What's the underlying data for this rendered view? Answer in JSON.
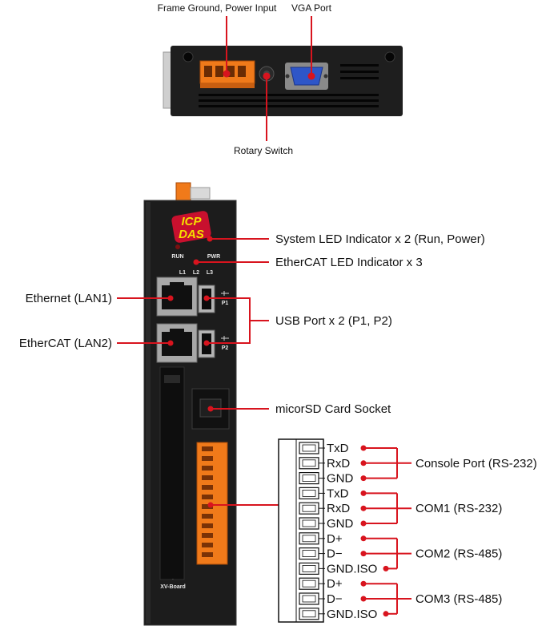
{
  "top_labels": {
    "frame_ground": "Frame Ground, Power Input",
    "vga": "VGA Port",
    "rotary": "Rotary Switch"
  },
  "front_labels": {
    "system_led": "System LED Indicator x 2 (Run, Power)",
    "ethercat_led": "EtherCAT LED Indicator x 3",
    "ethernet": "Ethernet (LAN1)",
    "ethercat": "EtherCAT (LAN2)",
    "usb": "USB Port x 2 (P1, P2)",
    "microsd": "micorSD Card Socket"
  },
  "device_text": {
    "logo_top": "ICP",
    "logo_bottom": "DAS",
    "run": "RUN",
    "pwr": "PWR",
    "l1": "L1",
    "l2": "L2",
    "l3": "L3",
    "p1": "P1",
    "p2": "P2",
    "board": "XV-Board"
  },
  "terminals": [
    "TxD",
    "RxD",
    "GND",
    "TxD",
    "RxD",
    "GND",
    "D+",
    "D−",
    "GND.ISO",
    "D+",
    "D−",
    "GND.ISO"
  ],
  "groups": [
    {
      "label": "Console Port (RS-232)"
    },
    {
      "label": "COM1 (RS-232)"
    },
    {
      "label": "COM2 (RS-485)"
    },
    {
      "label": "COM3 (RS-485)"
    }
  ],
  "colors": {
    "callout": "#d8141e",
    "connector": "#f07a1a",
    "housing": "#1c1c1c",
    "vga": "#2e56c8"
  }
}
